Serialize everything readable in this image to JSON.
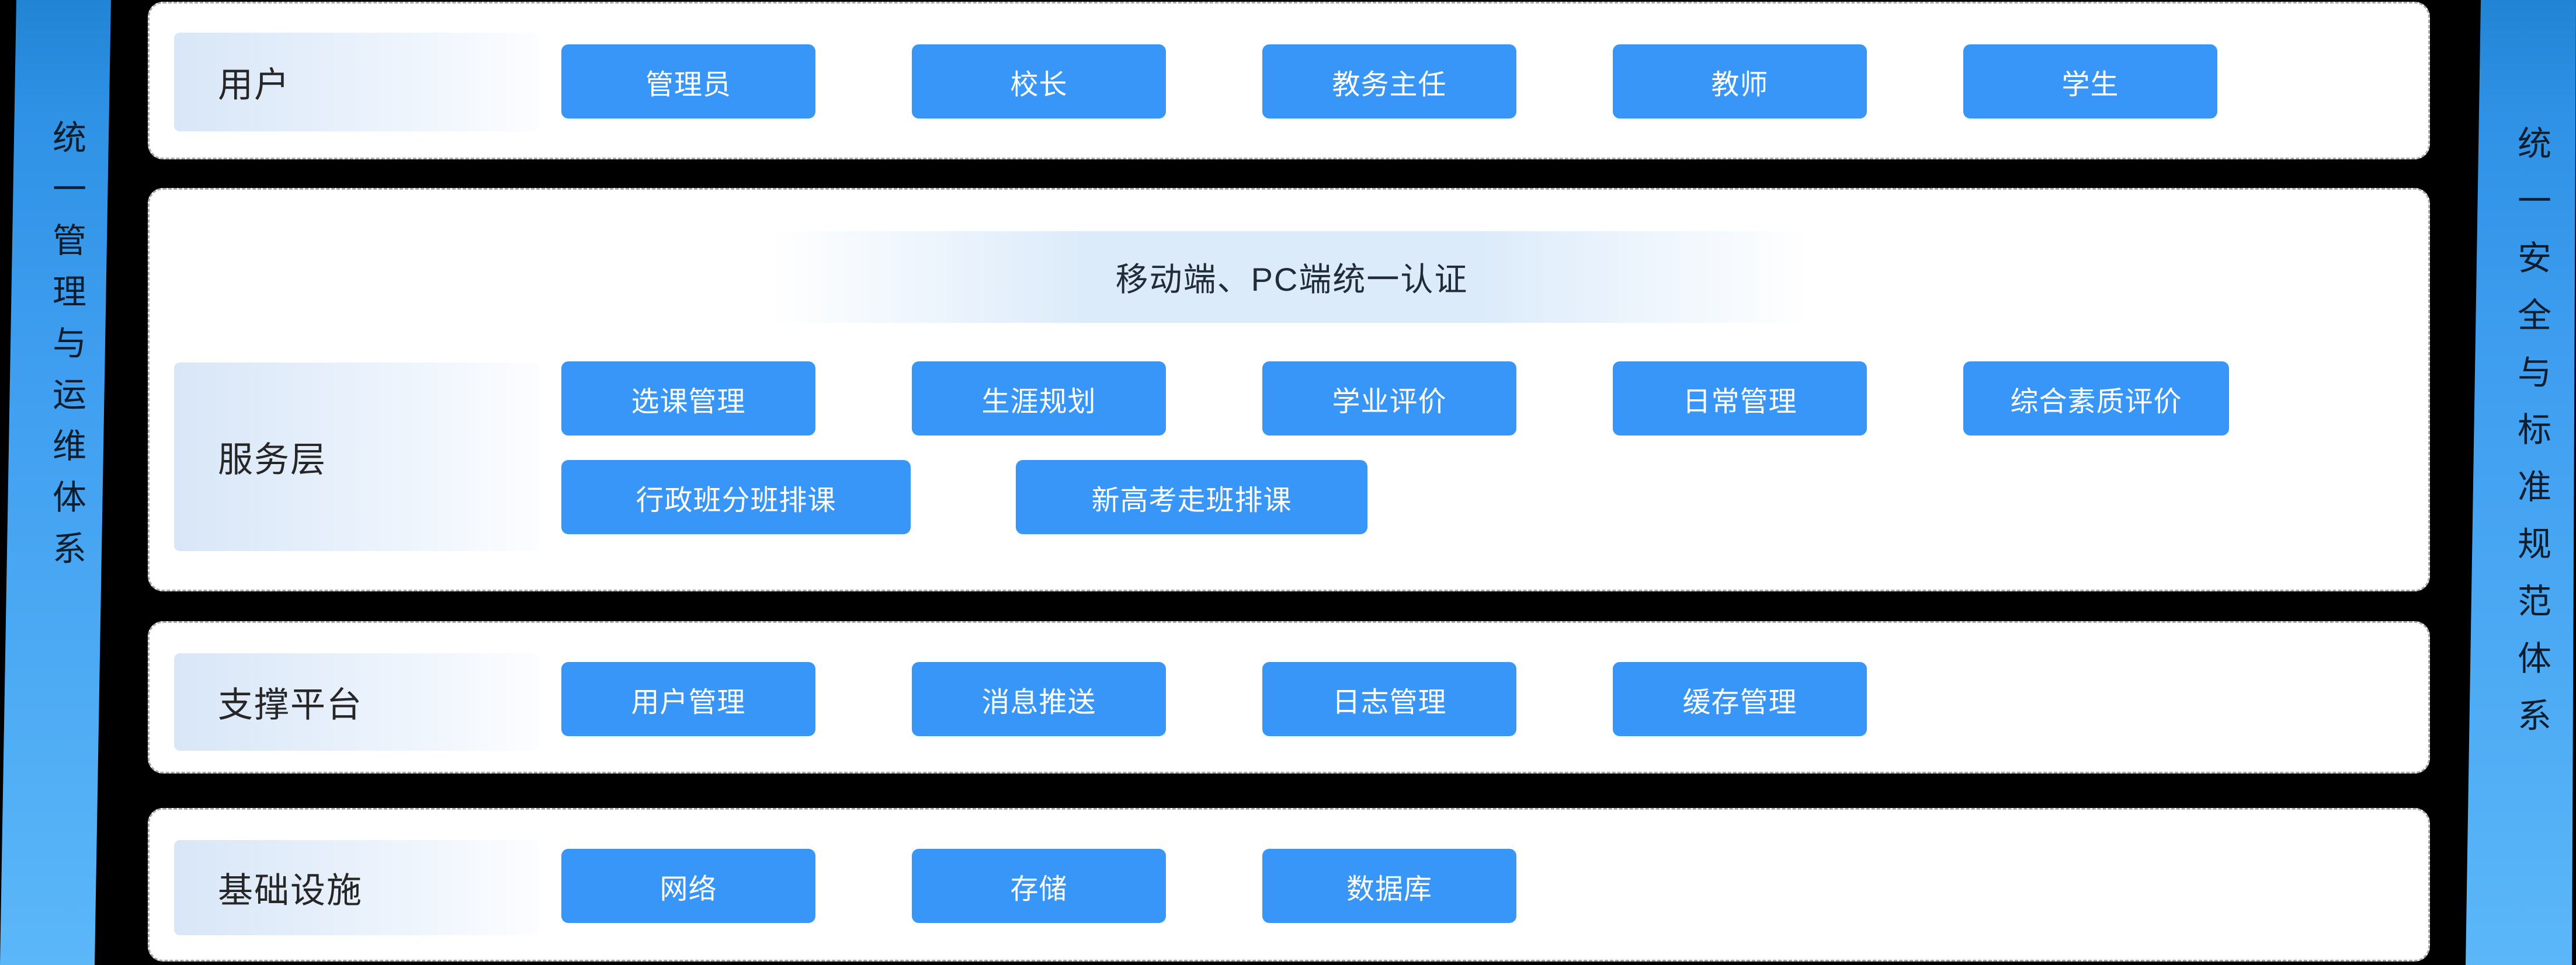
{
  "left_ribbon": {
    "text": "统一管理与运维体系"
  },
  "right_ribbon": {
    "text": "统一安全与标准规范体系"
  },
  "rows": [
    {
      "label": "用户",
      "buttons": [
        "管理员",
        "校长",
        "教务主任",
        "教师",
        "学生"
      ]
    },
    {
      "label": "服务层",
      "banner": "移动端、PC端统一认证",
      "buttons_row1": [
        "选课管理",
        "生涯规划",
        "学业评价",
        "日常管理",
        "综合素质评价"
      ],
      "buttons_row2": [
        "行政班分班排课",
        "新高考走班排课"
      ]
    },
    {
      "label": "支撑平台",
      "buttons": [
        "用户管理",
        "消息推送",
        "日志管理",
        "缓存管理"
      ]
    },
    {
      "label": "基础设施",
      "buttons": [
        "网络",
        "存储",
        "数据库"
      ]
    }
  ],
  "colors": {
    "button_blue": "#3796f7",
    "ribbon_blue_top": "#2184d4",
    "ribbon_blue_bottom": "#5bb7f8",
    "ribbon_text": "#0c1d2e",
    "label_box_blue": "#d8e6f7",
    "banner_blue": "#dcebfa",
    "panel_border_gray": "#a6a9ad",
    "panel_background": "#ffffff",
    "page_background": "#000000"
  }
}
